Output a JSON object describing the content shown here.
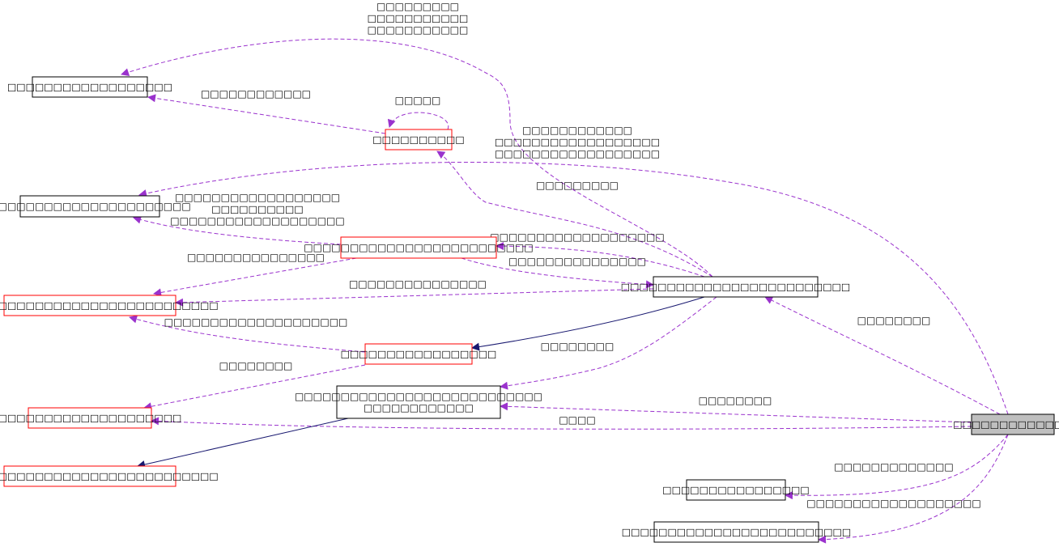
{
  "colors": {
    "dependency_edge": "#9a32cd",
    "inheritance_edge": "#191970",
    "node_border": "#000000",
    "incomplete_node_border": "#ff0000",
    "focus_node_fill": "#bfbfbf"
  },
  "nodes": [
    {
      "id": "A",
      "lines": [
        "□□□□□□□□□□□□□□□□□□"
      ],
      "border": "black"
    },
    {
      "id": "B",
      "lines": [
        "□□□□□□□□□□"
      ],
      "border": "red"
    },
    {
      "id": "C",
      "lines": [
        "□□□□□□□□□□□□□□□□□□□□□□"
      ],
      "border": "black"
    },
    {
      "id": "D",
      "lines": [
        "□□□□□□□□□□□□□□□□□□□□□□□□□"
      ],
      "border": "red"
    },
    {
      "id": "E",
      "lines": [
        "□□□□□□□□□□□□□□□□□□□□□□□□□"
      ],
      "border": "black"
    },
    {
      "id": "F",
      "lines": [
        "□□□□□□□□□□□□□□□□□□□□□□□□□□□□"
      ],
      "border": "red"
    },
    {
      "id": "G",
      "lines": [
        "□□□□□□□□□□□□□□□□□"
      ],
      "border": "red"
    },
    {
      "id": "H",
      "lines": [
        "□□□□□□□□□□□□□□□□□□□□□□□□□□□",
        "□□□□□□□□□□□□"
      ],
      "border": "black"
    },
    {
      "id": "I",
      "lines": [
        "□□□□□□□□□□□□□□□□□□□□"
      ],
      "border": "red"
    },
    {
      "id": "J",
      "lines": [
        "□□□□□□□□□□□□□□□□□□□□□□□□□□□□"
      ],
      "border": "red"
    },
    {
      "id": "K",
      "lines": [
        "□□□□□□□□□□□□□"
      ],
      "border": "black",
      "focus": true
    },
    {
      "id": "L",
      "lines": [
        "□□□□□□□□□□□□□□□□"
      ],
      "border": "black"
    },
    {
      "id": "M",
      "lines": [
        "□□□□□□□□□□□□□□□□□□□□□□□□□"
      ],
      "border": "black"
    }
  ],
  "edges": [
    {
      "from": "E",
      "to": "A",
      "style": "dashed",
      "label": [
        "□□□□□□□□□",
        "□□□□□□□□□□□",
        "□□□□□□□□□□□"
      ]
    },
    {
      "from": "B",
      "to": "A",
      "style": "dashed",
      "label": [
        "□□□□□□□□□□□□"
      ]
    },
    {
      "from": "B",
      "to": "B",
      "style": "dashed",
      "label": [
        "□□□□□"
      ]
    },
    {
      "from": "K",
      "to": "C",
      "style": "dashed",
      "label": [
        "□□□□□□□□□□□□",
        "□□□□□□□□□□□□□□□□□□",
        "□□□□□□□□□□□□□□□□□□"
      ]
    },
    {
      "from": "E",
      "to": "B",
      "style": "dashed",
      "label": [
        "□□□□□□□□□"
      ]
    },
    {
      "from": "D",
      "to": "C",
      "style": "dashed",
      "label": [
        "□□□□□□□□□□□□□□□□□□",
        "□□□□□□□□□□",
        "□□□□□□□□□□□□□□□□□□□"
      ]
    },
    {
      "from": "E",
      "to": "D",
      "style": "dashed",
      "label": [
        "□□□□□□□□□□□□□□□□□□□"
      ]
    },
    {
      "from": "D",
      "to": "F",
      "style": "dashed",
      "label": [
        "□□□□□□□□□□□□□□□"
      ]
    },
    {
      "from": "D",
      "to": "E",
      "style": "dashed",
      "label": [
        "□□□□□□□□□□□□□□□"
      ]
    },
    {
      "from": "E",
      "to": "F",
      "style": "dashed",
      "label": [
        "□□□□□□□□□□□□□□□"
      ]
    },
    {
      "from": "K",
      "to": "E",
      "style": "dashed",
      "label": [
        "□□□□□□□□"
      ]
    },
    {
      "from": "E",
      "to": "G",
      "style": "solid",
      "label": []
    },
    {
      "from": "G",
      "to": "F",
      "style": "dashed",
      "label": [
        "□□□□□□□□□□□□□□□□□□□□"
      ]
    },
    {
      "from": "E",
      "to": "H",
      "style": "dashed",
      "label": [
        "□□□□□□□□"
      ]
    },
    {
      "from": "G",
      "to": "I",
      "style": "dashed",
      "label": [
        "□□□□□□□□"
      ]
    },
    {
      "from": "K",
      "to": "H",
      "style": "dashed",
      "label": [
        "□□□□□□□□"
      ]
    },
    {
      "from": "K",
      "to": "I",
      "style": "dashed",
      "label": [
        "□□□□"
      ]
    },
    {
      "from": "H",
      "to": "J",
      "style": "solid",
      "label": []
    },
    {
      "from": "K",
      "to": "L",
      "style": "dashed",
      "label": [
        "□□□□□□□□□□□□□"
      ]
    },
    {
      "from": "K",
      "to": "M",
      "style": "dashed",
      "label": [
        "□□□□□□□□□□□□□□□□□□□"
      ]
    }
  ]
}
